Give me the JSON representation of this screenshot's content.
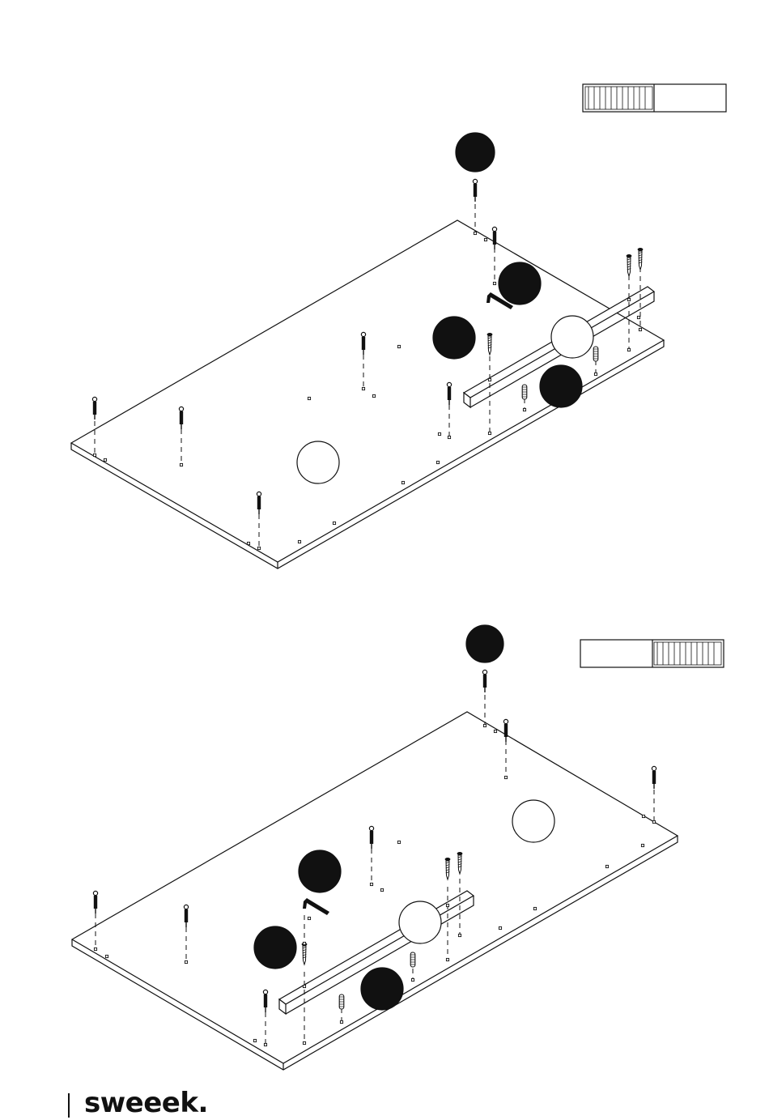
{
  "brand": {
    "name": "sweeek."
  },
  "colors": {
    "ink": "#111111",
    "paper": "#ffffff"
  },
  "steps": [
    {
      "id": "step-a",
      "orientation_indicator": {
        "filled_side": "left"
      },
      "callouts": [
        {
          "style": "filled"
        },
        {
          "style": "filled"
        },
        {
          "style": "filled"
        },
        {
          "style": "filled"
        },
        {
          "style": "outlined"
        },
        {
          "style": "outlined"
        }
      ]
    },
    {
      "id": "step-b",
      "orientation_indicator": {
        "filled_side": "right"
      },
      "callouts": [
        {
          "style": "filled"
        },
        {
          "style": "filled"
        },
        {
          "style": "filled"
        },
        {
          "style": "filled"
        },
        {
          "style": "outlined"
        },
        {
          "style": "outlined"
        }
      ]
    }
  ]
}
